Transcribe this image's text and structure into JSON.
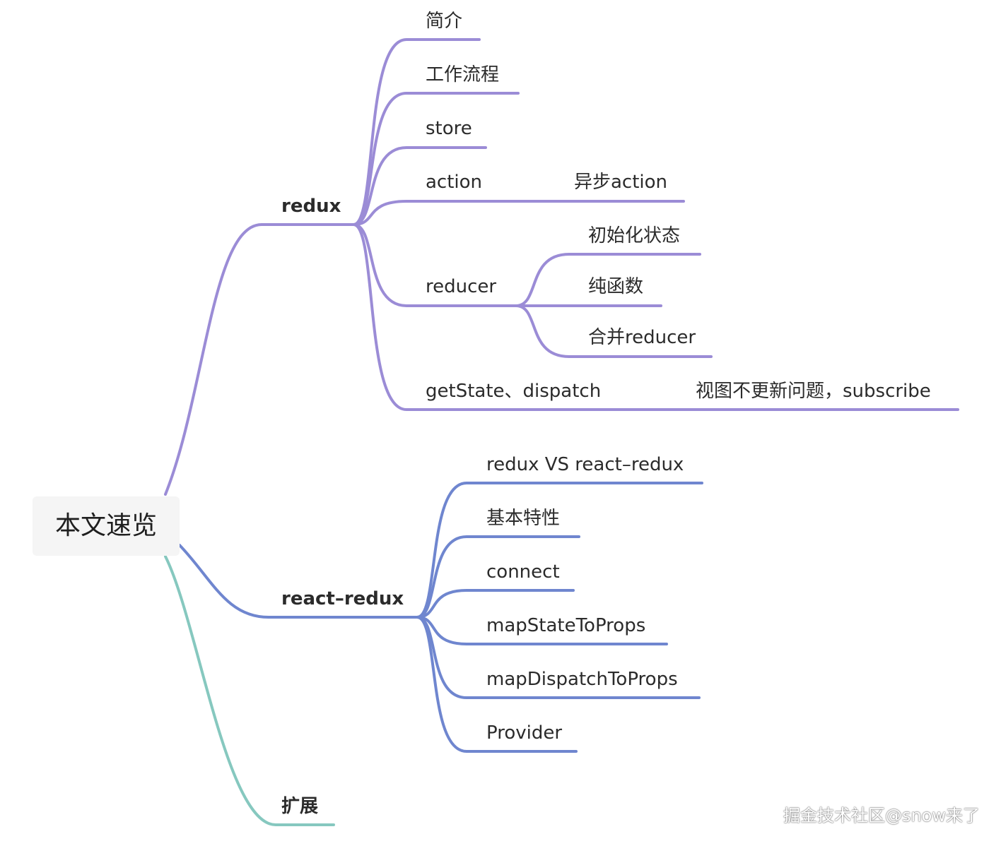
{
  "root": {
    "label": "本文速览"
  },
  "colors": {
    "redux": "#9b8cd6",
    "react_redux": "#6f86cf",
    "ext": "#86c8bf"
  },
  "branches": {
    "redux": {
      "label": "redux",
      "children": [
        {
          "label": "简介"
        },
        {
          "label": "工作流程"
        },
        {
          "label": "store"
        },
        {
          "label": "action",
          "children": [
            {
              "label": "异步action"
            }
          ]
        },
        {
          "label": "reducer",
          "children": [
            {
              "label": "初始化状态"
            },
            {
              "label": "纯函数"
            },
            {
              "label": "合并reducer"
            }
          ]
        },
        {
          "label": "getState、dispatch",
          "children": [
            {
              "label": "视图不更新问题，subscribe"
            }
          ]
        }
      ]
    },
    "react_redux": {
      "label": "react–redux",
      "children": [
        {
          "label": "redux VS react–redux"
        },
        {
          "label": "基本特性"
        },
        {
          "label": "connect"
        },
        {
          "label": "mapStateToProps"
        },
        {
          "label": "mapDispatchToProps"
        },
        {
          "label": "Provider"
        }
      ]
    },
    "ext": {
      "label": "扩展"
    }
  },
  "watermark": "掘金技术社区@snow来了"
}
